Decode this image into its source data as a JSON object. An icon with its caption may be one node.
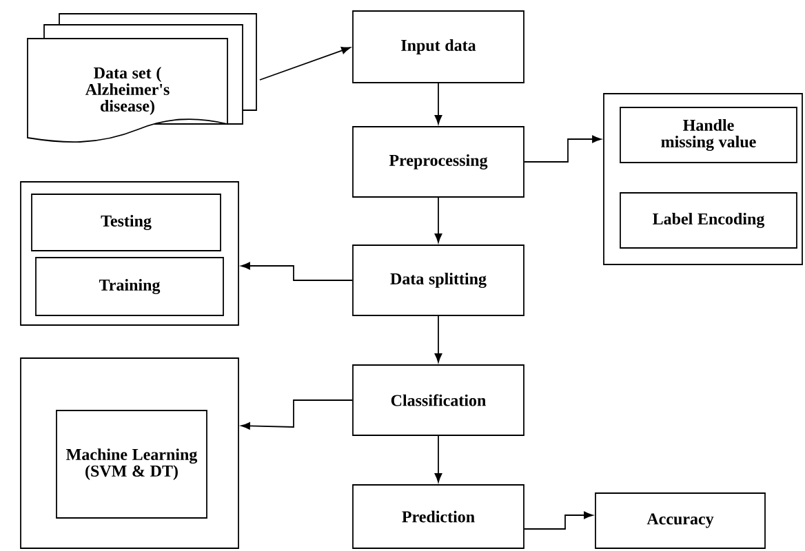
{
  "diagram": {
    "nodes": [
      {
        "text": [
          "Data set ( Alzheimer's disease)"
        ]
      },
      {
        "text": [
          "Input data"
        ]
      },
      {
        "text": [
          "Preprocessing"
        ]
      },
      {
        "text": [],
        "shape": "box"
      },
      {
        "text": [
          "Handle missing value"
        ],
        "in": 3
      },
      {
        "text": [
          "Label Encoding"
        ],
        "in": 3
      },
      {
        "text": [
          "Data splitting"
        ]
      },
      {
        "text": [],
        "shape": "box"
      },
      {
        "text": [
          "Testing"
        ],
        "in": 7
      },
      {
        "text": [
          "Training"
        ],
        "in": 7
      },
      {
        "text": [
          "Classification"
        ]
      },
      {
        "text": [],
        "shape": "box"
      },
      {
        "text": [
          "Machine Learning (SVM & DT)"
        ],
        "in": 11
      },
      {
        "text": [
          "Prediction"
        ]
      },
      {
        "text": [
          "Accuracy"
        ]
      }
    ],
    "edges": [
      {
        "from": 0,
        "to": 1,
        "arrow": "to"
      },
      {
        "from": 1,
        "to": 2,
        "arrow": "to"
      },
      {
        "from": 2,
        "to": 3,
        "arrow": "to"
      },
      {
        "from": 2,
        "to": 6,
        "arrow": "to"
      },
      {
        "from": 6,
        "to": 7,
        "arrow": "to"
      },
      {
        "from": 6,
        "to": 10,
        "arrow": "to"
      },
      {
        "from": 10,
        "to": 11,
        "arrow": "to"
      },
      {
        "from": 10,
        "to": 13,
        "arrow": "to"
      },
      {
        "from": 13,
        "to": 14,
        "arrow": "to"
      }
    ]
  }
}
